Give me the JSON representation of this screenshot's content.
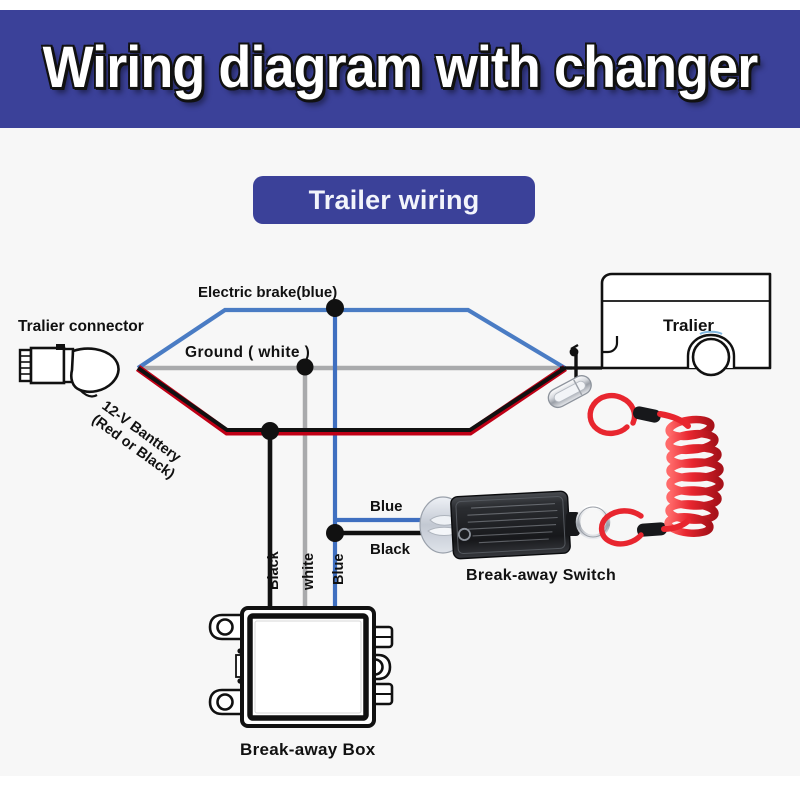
{
  "header": {
    "title": "Wiring diagram with changer",
    "bg_color": "#3b4199",
    "text_color": "#ffffff"
  },
  "badge": {
    "label": "Trailer wiring",
    "bg_color": "#3b4199",
    "text_color": "#f2f4fb"
  },
  "diagram": {
    "labels": {
      "trailer_connector": "Tralier connector",
      "electric_brake": "Electric brake(blue)",
      "ground": "Ground ( white )",
      "battery_line1": "12-V Banttery",
      "battery_line2": "(Red or Black)",
      "trailer": "Tralier",
      "switch_blue": "Blue",
      "switch_black": "Black",
      "breakaway_switch": "Break-away Switch",
      "breakaway_box": "Break-away Box",
      "vertical_black": "Black",
      "vertical_white": "white",
      "vertical_blue": "Blue"
    },
    "wire_colors": {
      "electric_brake_blue": "#4a7cc4",
      "ground_white": "#a9aaac",
      "battery_red": "#c00016",
      "battery_black": "#111111",
      "switch_blue": "#3f6fc0",
      "switch_black": "#101010",
      "lanyard_red": "#e8262f",
      "hardware_silver": "#c9ccd1"
    }
  }
}
